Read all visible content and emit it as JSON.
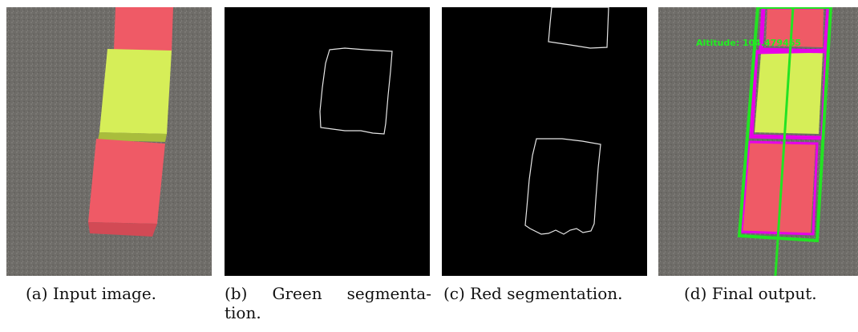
{
  "figure": {
    "panels": [
      {
        "id": "a",
        "caption": "(a) Input image.",
        "content": "photo of red and yellow-green stacked blocks on asphalt"
      },
      {
        "id": "b",
        "caption_line1_words": [
          "(b)",
          "Green",
          "segmenta-"
        ],
        "caption_line2": "tion.",
        "content": "green segmentation contour"
      },
      {
        "id": "c",
        "caption": "(c) Red segmentation.",
        "content": "red segmentation contours"
      },
      {
        "id": "d",
        "caption": "(d) Final output.",
        "overlay_text": "Altitude: 104.479465",
        "content": "detection overlay"
      }
    ],
    "colors": {
      "asphalt": "#6e6c68",
      "red_block": "#ef5a66",
      "green_block": "#d6ee58",
      "contour": "#e6e6e6",
      "magenta_box": "#e800e8",
      "green_box": "#23e323"
    }
  }
}
